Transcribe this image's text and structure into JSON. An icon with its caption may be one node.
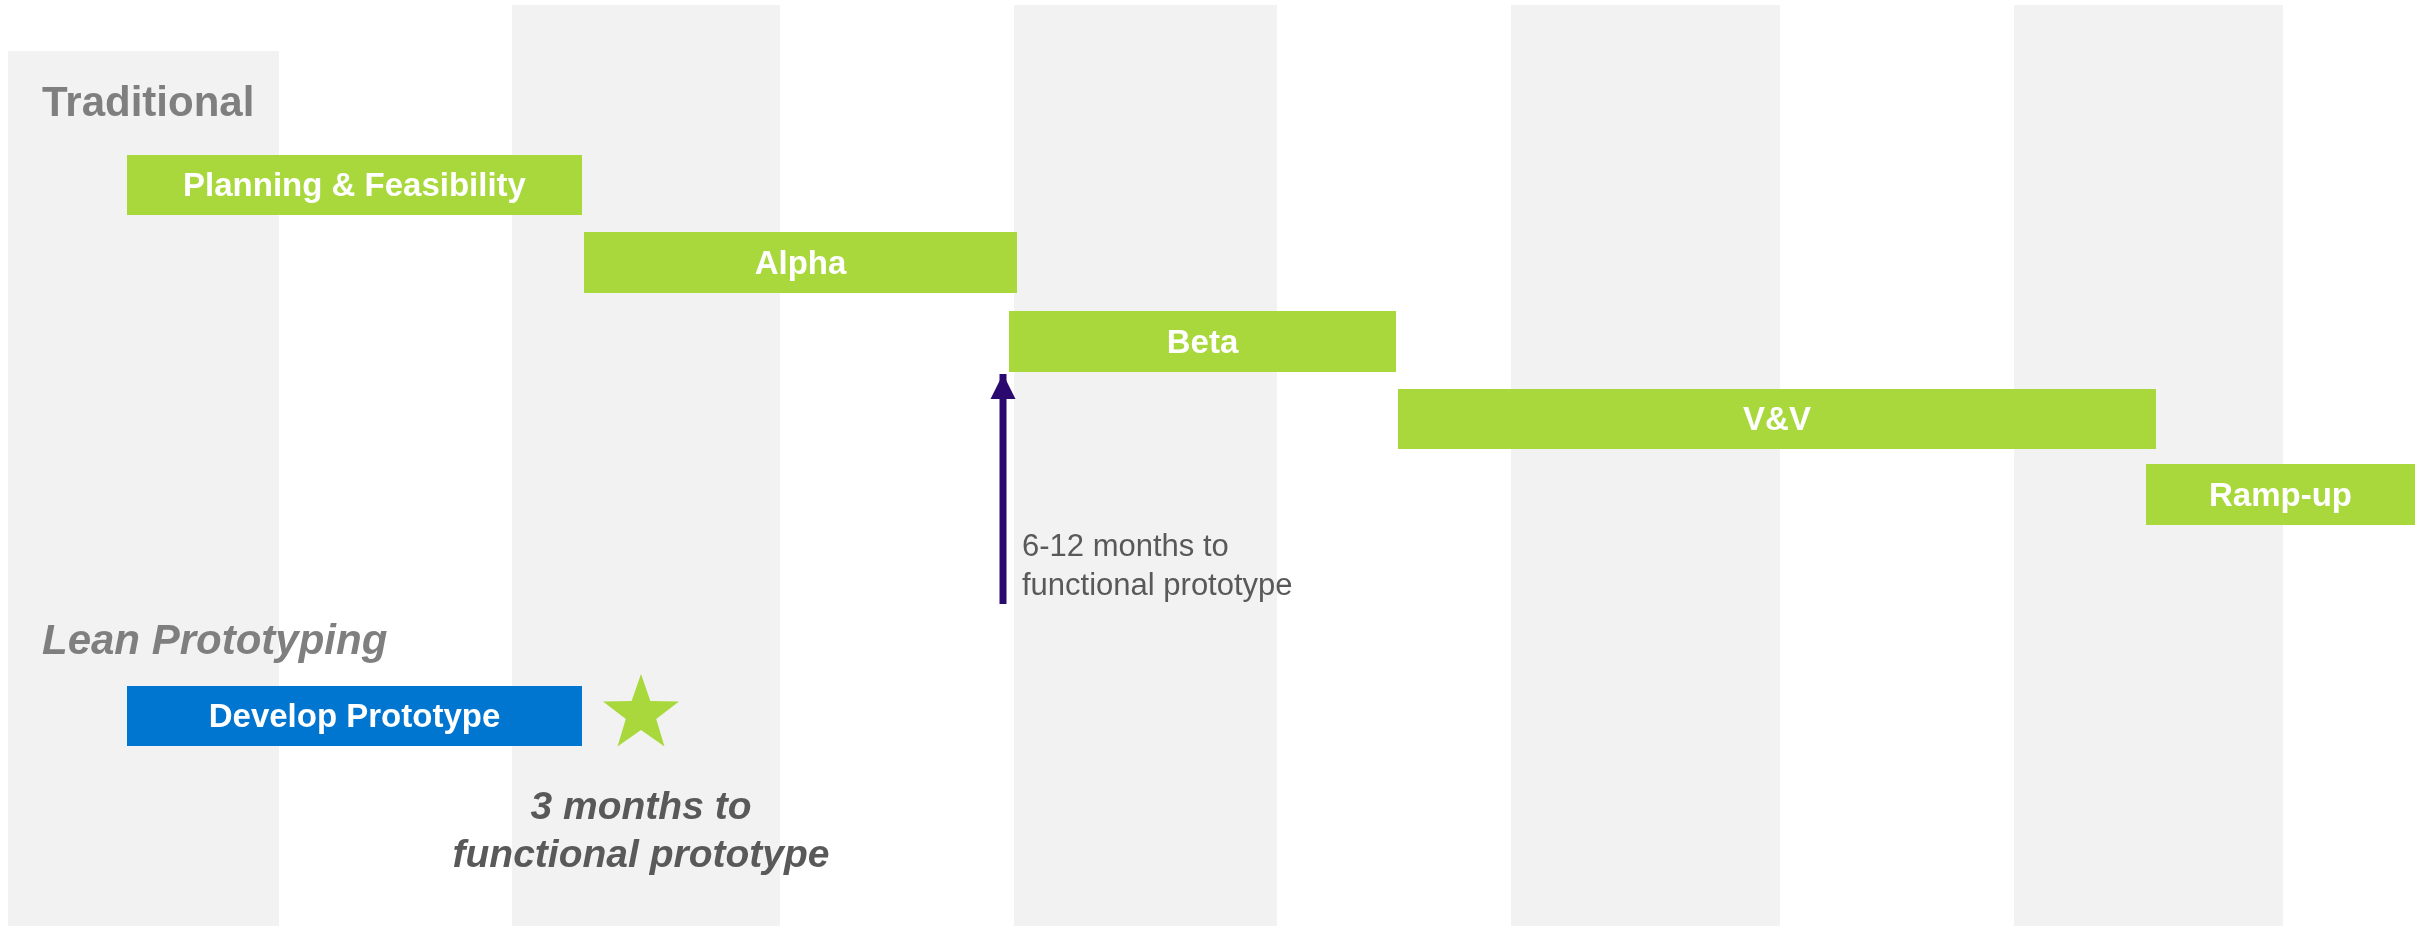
{
  "diagram": {
    "nodes": [
      {
        "text": [
          "Planning & Feasibility"
        ]
      },
      {
        "text": [
          "Alpha"
        ]
      },
      {
        "text": [
          "Beta"
        ]
      },
      {
        "text": [
          "V&V"
        ]
      },
      {
        "text": [
          "Ramp-up"
        ]
      },
      {
        "text": [
          "Develop Prototype"
        ]
      },
      {
        "text": [],
        "shape": "star",
        "beside": [
          "3 months to functional prototype"
        ]
      }
    ],
    "edges": [
      {
        "from": null,
        "to": 2,
        "arrow": "to",
        "label": "6-12 months to functional prototype"
      }
    ],
    "labels": [
      "Traditional",
      "Lean Prototyping"
    ]
  }
}
